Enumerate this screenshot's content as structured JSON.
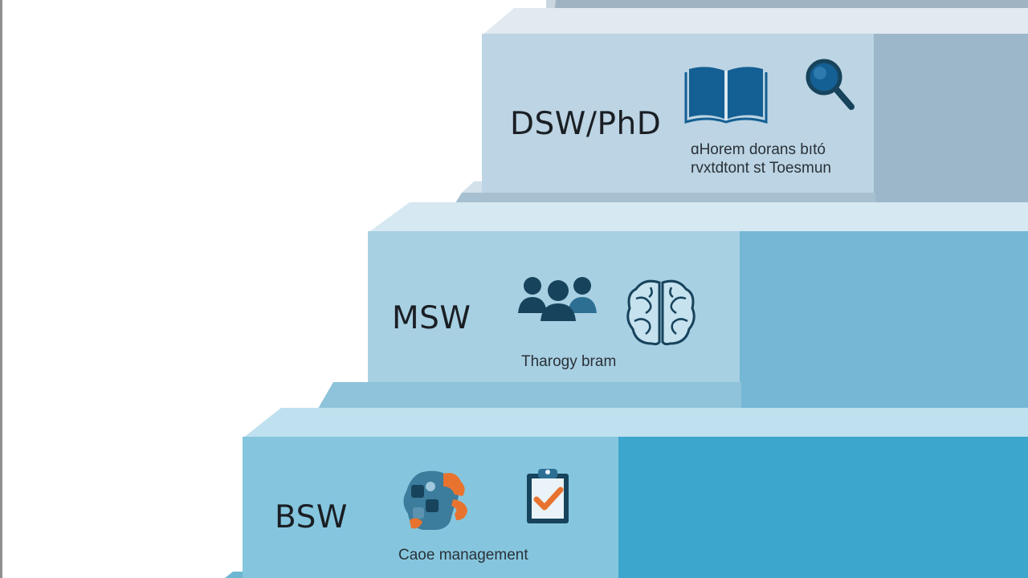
{
  "steps": [
    {
      "level": "DSW/PhD",
      "caption_lines": [
        "ɑHorem dorans bıtó",
        "rvxtdtont st Toesmun"
      ],
      "icons": [
        "open-book-icon",
        "magnifying-glass-icon"
      ]
    },
    {
      "level": "MSW",
      "caption_lines": [
        "Tharogy bram"
      ],
      "icons": [
        "people-group-icon",
        "brain-icon"
      ]
    },
    {
      "level": "BSW",
      "caption_lines": [
        "Caoe management"
      ],
      "icons": [
        "puzzle-head-icon",
        "clipboard-check-icon"
      ]
    }
  ],
  "colors": {
    "top_face": "#e1eaf0",
    "top_front": "#bcd4e3",
    "top_side": "#9cb7c9",
    "mid_front": "#a8d0e3",
    "mid_side": "#75b7d4",
    "bottom_front": "#85c6de",
    "bottom_side": "#3ca6cd",
    "icon_dark": "#17435c",
    "icon_blue": "#145f93",
    "accent_orange": "#e8732f"
  }
}
